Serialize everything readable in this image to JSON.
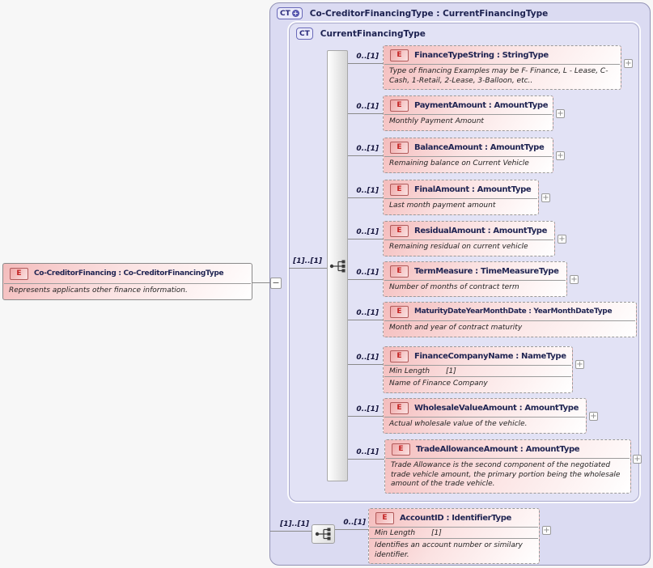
{
  "badges": {
    "element": "E",
    "complex_type": "CT"
  },
  "icons": {
    "expand": "+",
    "collapse": "−",
    "extension_plus": "+"
  },
  "colors": {
    "panel_lavender": "#dbdbf2",
    "element_pink": "#f4bcbc",
    "badge_letter_red": "#c42222",
    "title_navy": "#1f2452"
  },
  "root_element": {
    "title": "Co-CreditorFinancing : Co-CreditorFinancingType",
    "description": "Represents applicants other finance information."
  },
  "outer_panel": {
    "title": "Co-CreditorFinancingType : CurrentFinancingType"
  },
  "inner_panel": {
    "title": "CurrentFinancingType"
  },
  "sequence_top": {
    "occurs": "[1]..[1]"
  },
  "sequence_bottom": {
    "occurs": "[1]..[1]"
  },
  "elements": [
    {
      "occurs": "0..[1]",
      "title": "FinanceTypeString : StringType",
      "description": "Type of financing Examples may be F- Finance, L - Lease, C-Cash, 1-Retail, 2-Lease, 3-Balloon, etc.."
    },
    {
      "occurs": "0..[1]",
      "title": "PaymentAmount : AmountType",
      "description": "Monthly Payment Amount"
    },
    {
      "occurs": "0..[1]",
      "title": "BalanceAmount : AmountType",
      "description": "Remaining balance on Current Vehicle"
    },
    {
      "occurs": "0..[1]",
      "title": "FinalAmount : AmountType",
      "description": "Last month payment amount"
    },
    {
      "occurs": "0..[1]",
      "title": "ResidualAmount : AmountType",
      "description": "Remaining residual on current vehicle"
    },
    {
      "occurs": "0..[1]",
      "title": "TermMeasure : TimeMeasureType",
      "description": "Number of months of contract term"
    },
    {
      "occurs": "0..[1]",
      "title": "MaturityDateYearMonthDate : YearMonthDateType",
      "description": "Month and year of contract maturity"
    },
    {
      "occurs": "0..[1]",
      "title": "FinanceCompanyName : NameType",
      "facet_label": "Min Length",
      "facet_value": "[1]",
      "description": "Name of Finance Company"
    },
    {
      "occurs": "0..[1]",
      "title": "WholesaleValueAmount : AmountType",
      "description": "Actual wholesale value of the vehicle."
    },
    {
      "occurs": "0..[1]",
      "title": "TradeAllowanceAmount : AmountType",
      "description": "Trade Allowance is the second component of the negotiated trade vehicle amount, the primary portion being the wholesale amount of the trade vehicle."
    },
    {
      "occurs": "0..[1]",
      "title": "AccountID : IdentifierType",
      "facet_label": "Min Length",
      "facet_value": "[1]",
      "description": "Identifies an account number or similary identifier."
    }
  ]
}
